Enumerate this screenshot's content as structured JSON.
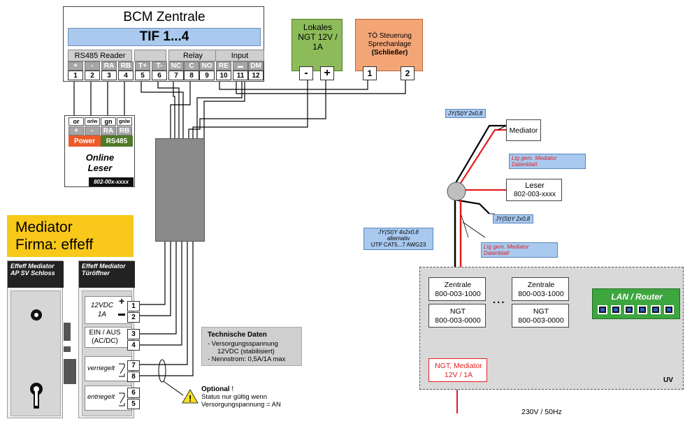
{
  "bcm": {
    "title": "BCM Zentrale",
    "tif": "TIF 1...4",
    "groups": [
      "RS485 Reader",
      "",
      "Relay",
      "Input"
    ],
    "terminals": [
      {
        "label": "+",
        "num": "1"
      },
      {
        "label": "-",
        "num": "2"
      },
      {
        "label": "RA",
        "num": "3"
      },
      {
        "label": "RB",
        "num": "4"
      },
      {
        "label": "T+",
        "num": "5"
      },
      {
        "label": "T-",
        "num": "6"
      },
      {
        "label": "NC",
        "num": "7"
      },
      {
        "label": "C",
        "num": "8"
      },
      {
        "label": "NO",
        "num": "9"
      },
      {
        "label": "RE",
        "num": "10"
      },
      {
        "label": "▬",
        "num": "11"
      },
      {
        "label": "DM",
        "num": "12"
      }
    ]
  },
  "ngt_local": {
    "title": "Lokales NGT 12V / 1A",
    "minus": "-",
    "plus": "+"
  },
  "to": {
    "line1": "TÖ Steuerung",
    "line2": "Sprechanlage",
    "line3": "(Schließer)",
    "t1": "1",
    "t2": "2"
  },
  "reader": {
    "colors": [
      "or",
      "or/w",
      "gn",
      "gn/w"
    ],
    "labels": [
      "+",
      "-",
      "RA",
      "RB"
    ],
    "power": "Power",
    "rs485": "RS485",
    "title": "Online Leser",
    "part": "802-00x-xxxx"
  },
  "mediator_banner": {
    "line1": "Mediator",
    "line2": "Firma: effeff"
  },
  "lock_left": {
    "title": "Effeff Mediator AP SV Schloss"
  },
  "lock_right": {
    "title": "Effeff Mediator Türöffner",
    "power_label": "12VDC 1A",
    "plus": "+",
    "minus": "▬",
    "einaus_label": "EIN / AUS (AC/DC)",
    "verriegelt": "verriegelt",
    "entriegelt": "entriegelt",
    "terminals": [
      "1",
      "2",
      "3",
      "4",
      "7",
      "8",
      "6",
      "5"
    ]
  },
  "tech": {
    "title": "Technische Daten",
    "l1": "- Versorgungsspannung",
    "l2": "12VDC (stabilisiert)",
    "l3": "- Nennstrom: 0,5A/1A max"
  },
  "optional": {
    "title": "Optional",
    "bang": " !",
    "l1": "Status nur gültig wenn",
    "l2": "Versorgungspannung = AN"
  },
  "right": {
    "cable1": "JY(St)Y 2x0,8",
    "mediator": "Mediator",
    "ltg1": "Ltg gem. Mediator Datenblatt",
    "leser_title": "Leser",
    "leser_part": "802-003-xxxx",
    "cable2": "JY(St)Y 2x0,8",
    "cable3_l1": "JY(St)Y 4x2x0,8",
    "cable3_l2": "alternativ",
    "cable3_l3": "UTP CAT5...7 AWG23",
    "ltg2": "Ltg gem. Mediator Datenblatt",
    "z1_title": "Zentrale",
    "z1_part": "800-003-1000",
    "n1_title": "NGT",
    "n1_part": "800-003-0000",
    "dots": "...",
    "z2_title": "Zentrale",
    "z2_part": "800-003-1000",
    "n2_title": "NGT",
    "n2_part": "800-003-0000",
    "lan": "LAN / Router",
    "ngt_med_l1": "NGT, Mediator",
    "ngt_med_l2": "12V / 1A",
    "uv": "UV",
    "mains": "230V / 50Hz"
  },
  "colors": {
    "blue_header": "#a9c9ef",
    "green_ngt": "#8dbb5a",
    "orange_to": "#f4a576",
    "yellow_banner": "#f8c81a",
    "power_red": "#ef5a2a",
    "rs485_green": "#4f7a28",
    "router_green": "#3ea63e",
    "wire_red": "#e41e1e"
  }
}
